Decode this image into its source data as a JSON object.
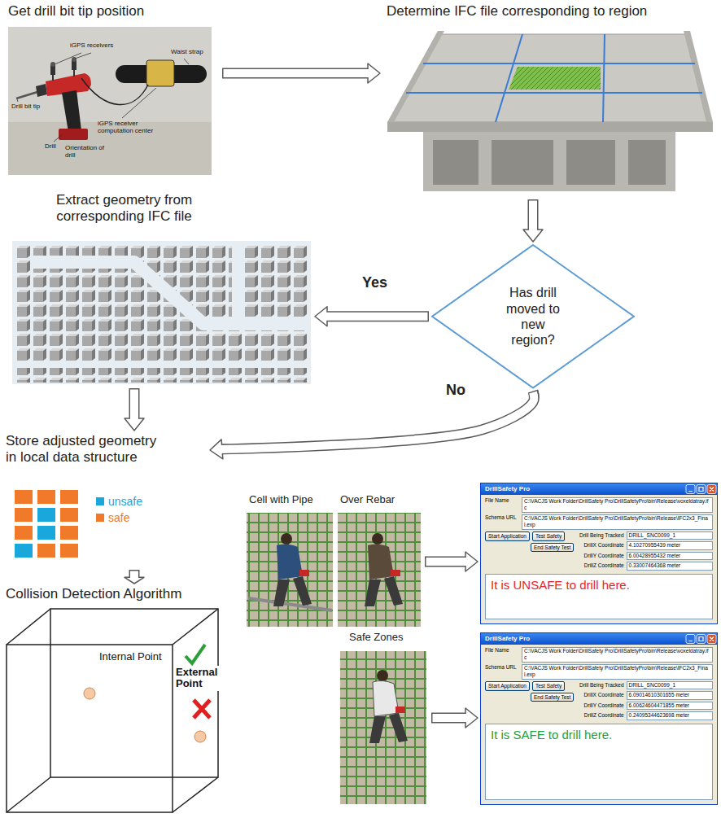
{
  "diagram": {
    "nodes": [
      {
        "text": [
          "Get drill bit tip position"
        ]
      },
      {
        "text": [
          "Determine IFC file corresponding to region"
        ]
      },
      {
        "text": [
          "Has drill moved to new region?"
        ]
      },
      {
        "text": [
          "Extract geometry from corresponding IFC file"
        ]
      },
      {
        "text": [
          "Store adjusted geometry in local data structure"
        ]
      },
      {
        "text": [
          "Collision Detection Algorithm"
        ]
      },
      {
        "text": [
          "Cell with Pipe"
        ]
      },
      {
        "text": [
          "Over Rebar"
        ]
      },
      {
        "text": [
          "Safe Zones"
        ]
      },
      {
        "text": [
          "DrillSafety Pro",
          "It is UNSAFE to drill here."
        ]
      },
      {
        "text": [
          "DrillSafety Pro",
          "It is SAFE to drill here."
        ]
      }
    ],
    "edges": [
      {
        "from": 0,
        "to": 1,
        "arrow": "to"
      },
      {
        "from": 1,
        "to": 2,
        "arrow": "to"
      },
      {
        "from": 2,
        "to": 3,
        "arrow": "to",
        "label": "Yes"
      },
      {
        "from": 2,
        "to": 4,
        "arrow": "to",
        "label": "No"
      },
      {
        "from": 3,
        "to": 4,
        "arrow": "to"
      },
      {
        "from": 4,
        "to": 5,
        "arrow": "to"
      },
      {
        "from": 7,
        "to": 9,
        "arrow": "to"
      },
      {
        "from": 8,
        "to": 10,
        "arrow": "to"
      }
    ],
    "labels": [
      "iGPS receivers",
      "Waist strap",
      "Drill bit tip",
      "iGPS receiver computation center",
      "Drill",
      "Orientation of drill",
      "Internal Point",
      "External Point",
      "File Name",
      "C:\\VACJS Work Folder\\DrillSafety Pro\\DrillSafetyPro\\bin\\Release\\voxeldatray.ifc",
      "Schema URL",
      "C:\\VACJS Work Folder\\DrillSafety Pro\\DrillSafetyPro\\bin\\Release\\IFC2x3_Final.exp",
      "Start Application",
      "Test Safety",
      "Drill Being Tracked",
      "DRILL_SNC0099_1",
      "End Safety Test",
      "DrillX Coordinate",
      "4.10270955439 meter",
      "DrillY Coordinate",
      "6.00428955432 meter",
      "DrillZ Coordinate",
      "0.33007464368 meter",
      "File Name",
      "C:\\VACJS Work Folder\\DrillSafety Pro\\DrillSafetyPro\\bin\\Release\\voxeldatray.ifc",
      "Schema URL",
      "C:\\VACJS Work Folder\\DrillSafety Pro\\DrillSafetyPro\\bin\\Release\\IFC2x3_Final.exp",
      "Start Application",
      "Test Safety",
      "Drill Being Tracked",
      "DRILL_SNC0099_1",
      "End Safety Test",
      "DrillX Coordinate",
      "6.09014610301655 meter",
      "DrillY Coordinate",
      "6.00624604471855 meter",
      "DrillZ Coordinate",
      "0.24095344623698 meter"
    ],
    "legend": [
      {
        "text": "unsafe",
        "color": "#1aa7dc"
      },
      {
        "text": "safe",
        "color": "#f07a2a"
      }
    ]
  }
}
